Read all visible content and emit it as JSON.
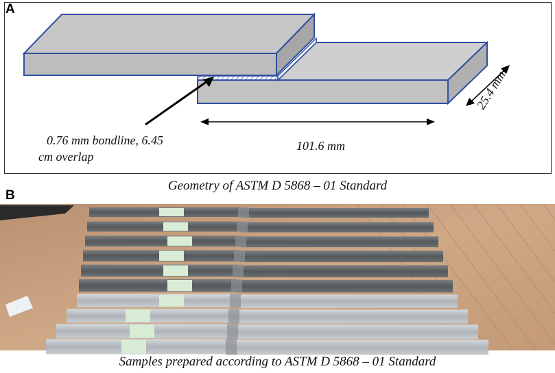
{
  "panel_a": {
    "letter": "A",
    "bondline_label_line1": "0.76 mm bondline, 6.45",
    "bondline_label_line2": "cm overlap",
    "length_label": "101.6 mm",
    "width_label": "25.4 mm",
    "caption": "Geometry of ASTM D 5868 – 01 Standard"
  },
  "panel_b": {
    "letter": "B",
    "caption": "Samples prepared according to ASTM D 5868 – 01 Standard",
    "strip_count": 10
  },
  "colors": {
    "plate_top": "#c4c4c4",
    "plate_front": "#bdbdbd",
    "plate_side": "#a9a9a9",
    "plate_edge": "#2f4fa0",
    "wood": "#c9a27e",
    "strip_dark": "#5f6366",
    "strip_light": "#b9bec3",
    "tag": "#d9ecd6"
  }
}
